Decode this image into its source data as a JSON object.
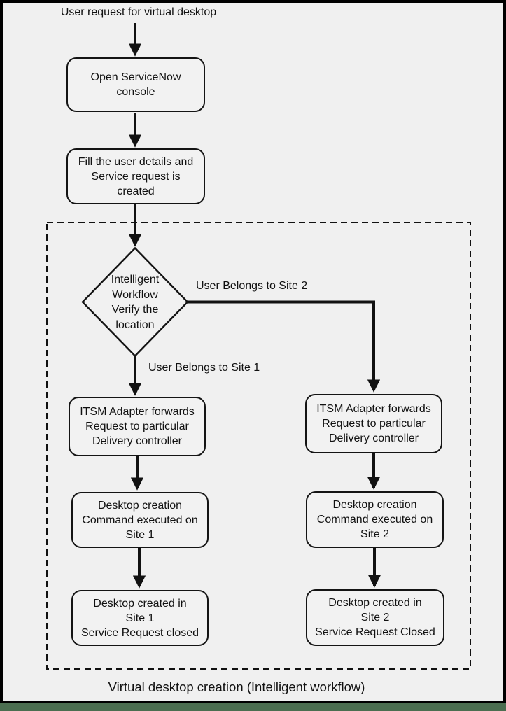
{
  "diagram": {
    "title_top": "User request for virtual desktop",
    "caption": "Virtual desktop creation (Intelligent workflow)",
    "nodes": {
      "open_console": {
        "lines": [
          "Open ServiceNow",
          "console"
        ]
      },
      "fill_details": {
        "lines": [
          "Fill the user details and",
          "Service request is",
          "created"
        ]
      },
      "verify_location": {
        "lines": [
          "Intelligent",
          "Workflow",
          "Verify the",
          "location"
        ]
      },
      "itsm_left": {
        "lines": [
          "ITSM Adapter forwards",
          "Request to particular",
          "Delivery controller"
        ]
      },
      "itsm_right": {
        "lines": [
          "ITSM Adapter forwards",
          "Request to particular",
          "Delivery controller"
        ]
      },
      "creation_site1": {
        "lines": [
          "Desktop creation",
          "Command executed on",
          "Site 1"
        ]
      },
      "creation_site2": {
        "lines": [
          "Desktop creation",
          "Command executed on",
          "Site 2"
        ]
      },
      "created_site1": {
        "lines": [
          "Desktop created in",
          "Site 1",
          "Service Request closed"
        ]
      },
      "created_site2": {
        "lines": [
          "Desktop created in",
          "Site 2",
          "Service Request Closed"
        ]
      }
    },
    "edge_labels": {
      "site2": "User Belongs to Site 2",
      "site1": "User Belongs to Site 1"
    },
    "colors": {
      "background": "#f0f0f0",
      "node_fill": "#f2f2f2",
      "diamond_fill": "#f1f1f1",
      "stroke": "#111111",
      "bottom_bar": "#4b6e50"
    }
  }
}
